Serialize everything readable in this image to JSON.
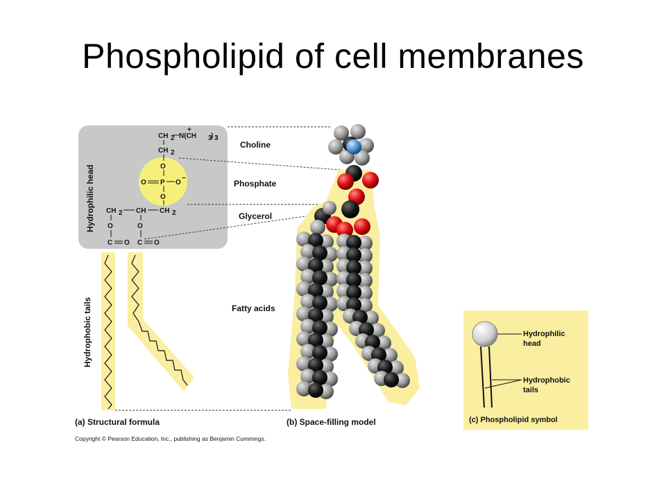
{
  "title": "Phospholipid of cell membranes",
  "diagram": {
    "labels": {
      "hydrophilic_head_vertical": "Hydrophilic head",
      "hydrophobic_tails_vertical": "Hydrophobic tails",
      "choline": "Choline",
      "phosphate": "Phosphate",
      "glycerol": "Glycerol",
      "fatty_acids": "Fatty acids"
    },
    "chemistry": {
      "ch2_top": "CH",
      "n_ch3": "N(CH",
      "ch2_mid": "CH",
      "o_upper": "O",
      "o_left": "O",
      "p": "P",
      "o_right": "O",
      "o_lower": "O",
      "ch2_left": "CH",
      "ch": "CH",
      "ch2_right": "CH",
      "o_ester1": "O",
      "o_ester2": "O",
      "c1": "C",
      "o_carb1": "O",
      "c2": "C",
      "o_carb2": "O"
    },
    "captions": {
      "a": "(a) Structural formula",
      "b": "(b) Space-filling model",
      "c": "(c) Phospholipid symbol"
    },
    "symbol_labels": {
      "head_line1": "Hydrophilic",
      "head_line2": "head",
      "tails_line1": "Hydrophobic",
      "tails_line2": "tails"
    },
    "copyright": "Copyright © Pearson Education, Inc., publishing as Benjamin Cummings.",
    "colors": {
      "head_box": "#c8c8c8",
      "tail_highlight": "#faeea0",
      "phosphate_circle": "#f6f07a",
      "symbol_bg": "#faeea0",
      "oxygen": "#e01010",
      "carbon": "#1a1a1a",
      "hydrogen": "#9a9a9a",
      "nitrogen": "#4a90d0"
    }
  }
}
